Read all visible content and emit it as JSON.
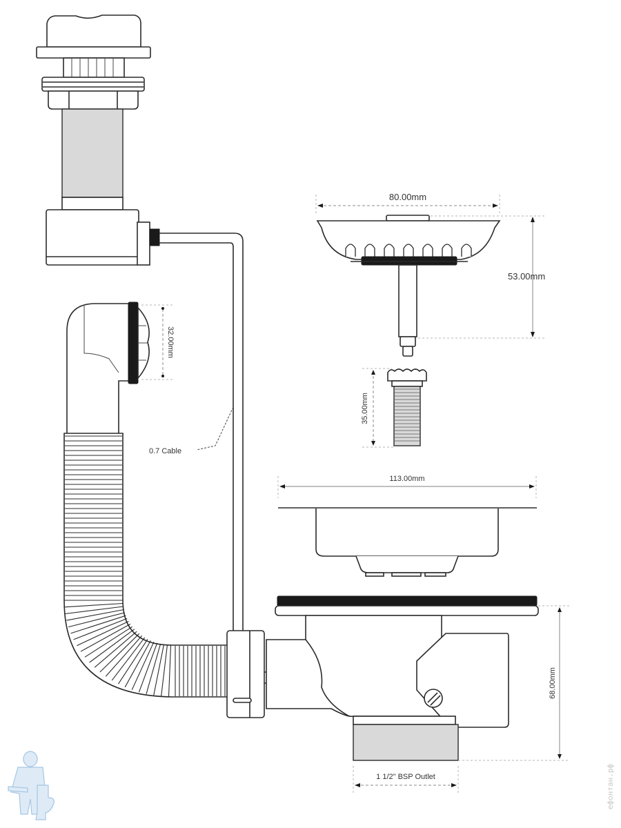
{
  "diagram": {
    "subject": "Sink waste kit with overflow and cable-operated pop-up",
    "components": [
      "Control knob assembly",
      "Overflow elbow",
      "Flexible corrugated hose",
      "Control cable",
      "Strainer basket",
      "Threaded connecting bolt",
      "Sink bowl flange",
      "Waste body with outlet"
    ]
  },
  "dimensions": {
    "strainer_width": "80.00mm",
    "strainer_height": "53.00mm",
    "overflow_diameter": "32.00mm",
    "bolt_length": "35.00mm",
    "flange_width": "113.00mm",
    "body_height": "68.00mm",
    "outlet": "1 1/2\" BSP Outlet"
  },
  "annotations": {
    "cable": "0.7 Cable"
  },
  "watermark": {
    "text": "ефонтан.рф",
    "logo": "plumber-mascot"
  },
  "colors": {
    "line": "#2a2a2a",
    "dimension": "#8a8a8a",
    "background": "#ffffff",
    "logo": "#9cc0e0"
  }
}
